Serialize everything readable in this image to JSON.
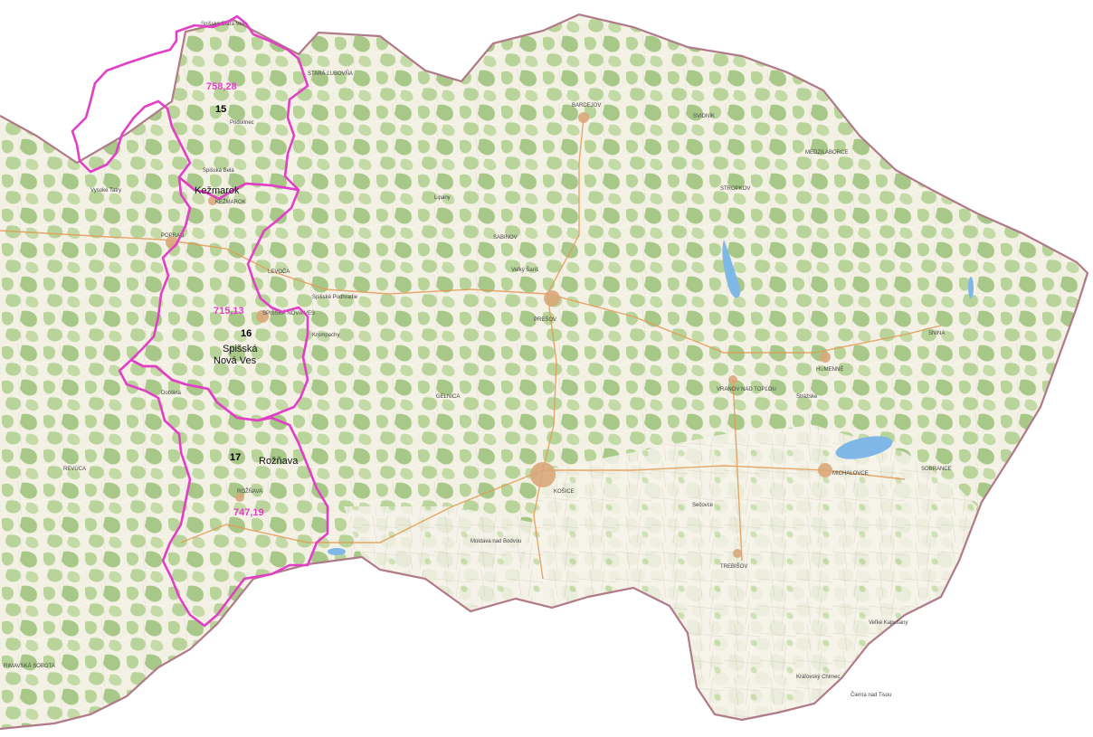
{
  "map": {
    "colors": {
      "background": "#ffffff",
      "terrain": "#f3f0e4",
      "forest": "#b9d49a",
      "forest_dark": "#a7c888",
      "region_border": "#b07a88",
      "district_border": "#e23fc7",
      "water": "#7fb7e6",
      "city": "#d9a77a",
      "road": "#e39a55"
    },
    "districts": [
      {
        "id": "15",
        "name": "Kežmarok",
        "value": "758,28"
      },
      {
        "id": "16",
        "name_line1": "Spišská",
        "name_line2": "Nová Ves",
        "value": "715,13"
      },
      {
        "id": "17",
        "name": "Rožňava",
        "value": "747,19"
      }
    ],
    "towns": [
      "KOŠICE",
      "PREŠOV",
      "MICHALOVCE",
      "HUMENNÉ",
      "VRANOV NAD TOPĽOU",
      "BARDEJOV",
      "SVIDNÍK",
      "STROPKOV",
      "MEDZILABORCE",
      "SNINA",
      "SOBRANCE",
      "TREBIŠOV",
      "SABINOV",
      "STARÁ ĽUBOVŇA",
      "POPRAD",
      "LEVOČA",
      "GELNICA",
      "SPIŠSKÁ NOVÁ VES",
      "ROŽŇAVA",
      "KEŽMAROK",
      "RIMAVSKÁ SOBOTA",
      "REVÚCA",
      "Veľký Šariš",
      "Lipany",
      "Sečovce",
      "Moldava nad Bodvou",
      "Kráľovský Chlmec",
      "Čierna nad Tisou",
      "Veľké Kapušany",
      "Spišské Podhradie",
      "Krompachy",
      "Dobšiná",
      "Strážske",
      "Podolínec",
      "Spišská Belá",
      "Vysoké Tatry",
      "Spišská Stará Ves"
    ]
  }
}
